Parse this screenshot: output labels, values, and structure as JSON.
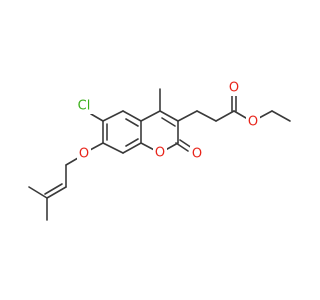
{
  "molecule": {
    "atom_labels": {
      "chlorine": "Cl",
      "ring_oxygen": "O",
      "carbonyl_oxygen": "O",
      "ether_oxygen_prenyl": "O",
      "ester_carbonyl_oxygen": "O",
      "ester_oxygen": "O"
    }
  },
  "colors": {
    "bond": "#3a3a3a",
    "oxygen": "#e8241a",
    "chlorine": "#3cb01b",
    "background": "#ffffff"
  }
}
